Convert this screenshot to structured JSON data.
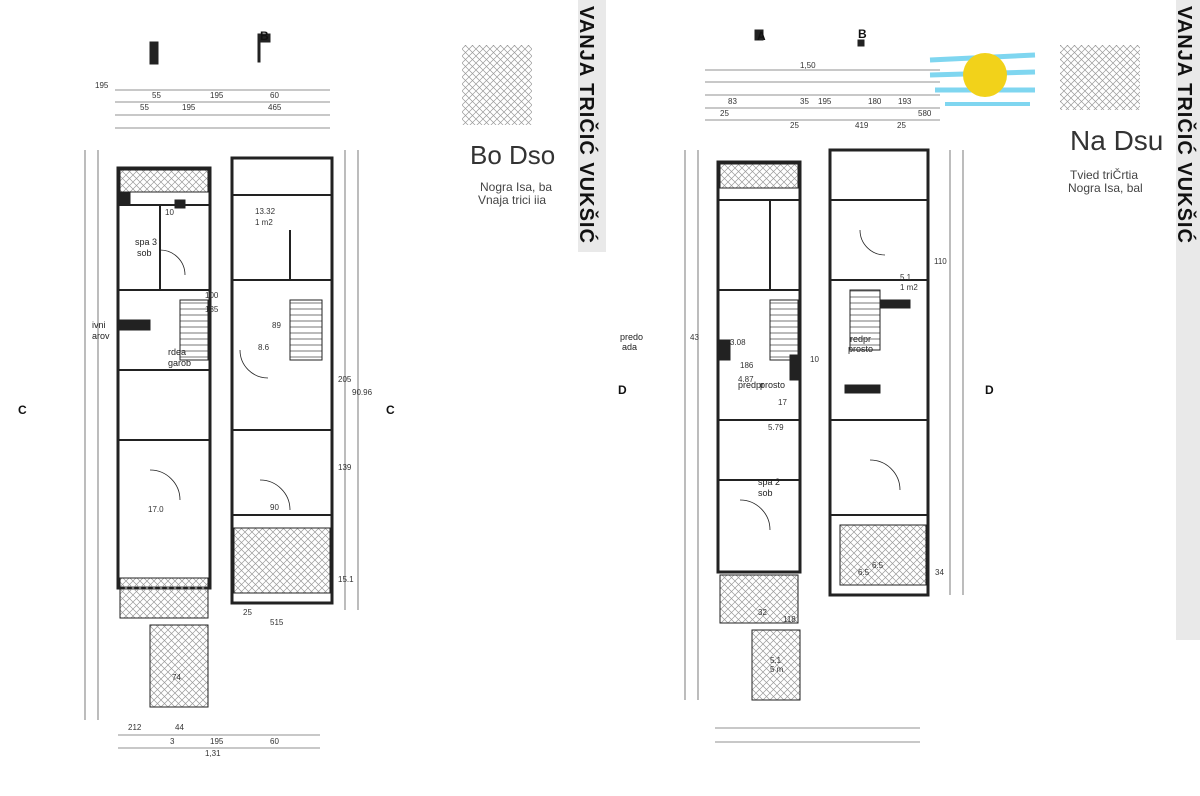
{
  "left_plan": {
    "section_labels": [
      "B",
      "C",
      "C"
    ],
    "rooms": [
      {
        "label": "spa 3",
        "sub": "sob"
      },
      {
        "label": "rdea",
        "sub": "garob"
      },
      {
        "label": "ivni",
        "sub": "arov"
      }
    ],
    "top_dims": [
      "195",
      "55",
      "195",
      "60",
      "465",
      "55",
      "195"
    ],
    "bottom_dims": [
      "212",
      "44",
      "3",
      "195",
      "60",
      "1,31"
    ],
    "side_dims": [
      "10",
      "13.32",
      "1 m2",
      "89",
      "8.6",
      "100",
      "135",
      "17.0",
      "15.1",
      "74",
      "515",
      "25",
      "90",
      "90.96",
      "139",
      "205"
    ]
  },
  "right_plan": {
    "section_labels": [
      "A",
      "B",
      "D",
      "D"
    ],
    "rooms": [
      {
        "label": "spa 2",
        "sub": "sob"
      },
      {
        "label": "predpr",
        "sub": "prosto"
      },
      {
        "label": "redpr",
        "sub": "prosto"
      },
      {
        "label": "predo",
        "sub": "ada"
      }
    ],
    "top_dims": [
      "1,50",
      "83",
      "35",
      "195",
      "180",
      "193",
      "25",
      "25",
      "419",
      "25",
      "580"
    ],
    "bottom_dims": [
      "6.5",
      "32",
      "118",
      "5.1",
      "5 m"
    ],
    "side_dims": [
      "3.08",
      "4.87",
      "5.79",
      "186",
      "10",
      "17",
      "110",
      "5.1",
      "1 m2",
      "6.5",
      "34",
      "43"
    ]
  },
  "branding": {
    "left_title": "Bo Dso",
    "left_sub1": "Nogra Isa, ba",
    "left_sub2": "Vnaja trici iia",
    "left_vertical": "VANJA TRIČIĆ VUKŠIĆ",
    "right_title": "Na Dsu",
    "right_sub1": "Tvied triČrtia",
    "right_sub2": "Nogra Isa, bal",
    "right_vertical": "VANJA TRIČIĆ VUKŠIĆ"
  },
  "colors": {
    "line": "#222222",
    "hatch": "#9a9a9a",
    "logo_yellow": "#f2d21a",
    "logo_blue": "#7fd6f0"
  }
}
